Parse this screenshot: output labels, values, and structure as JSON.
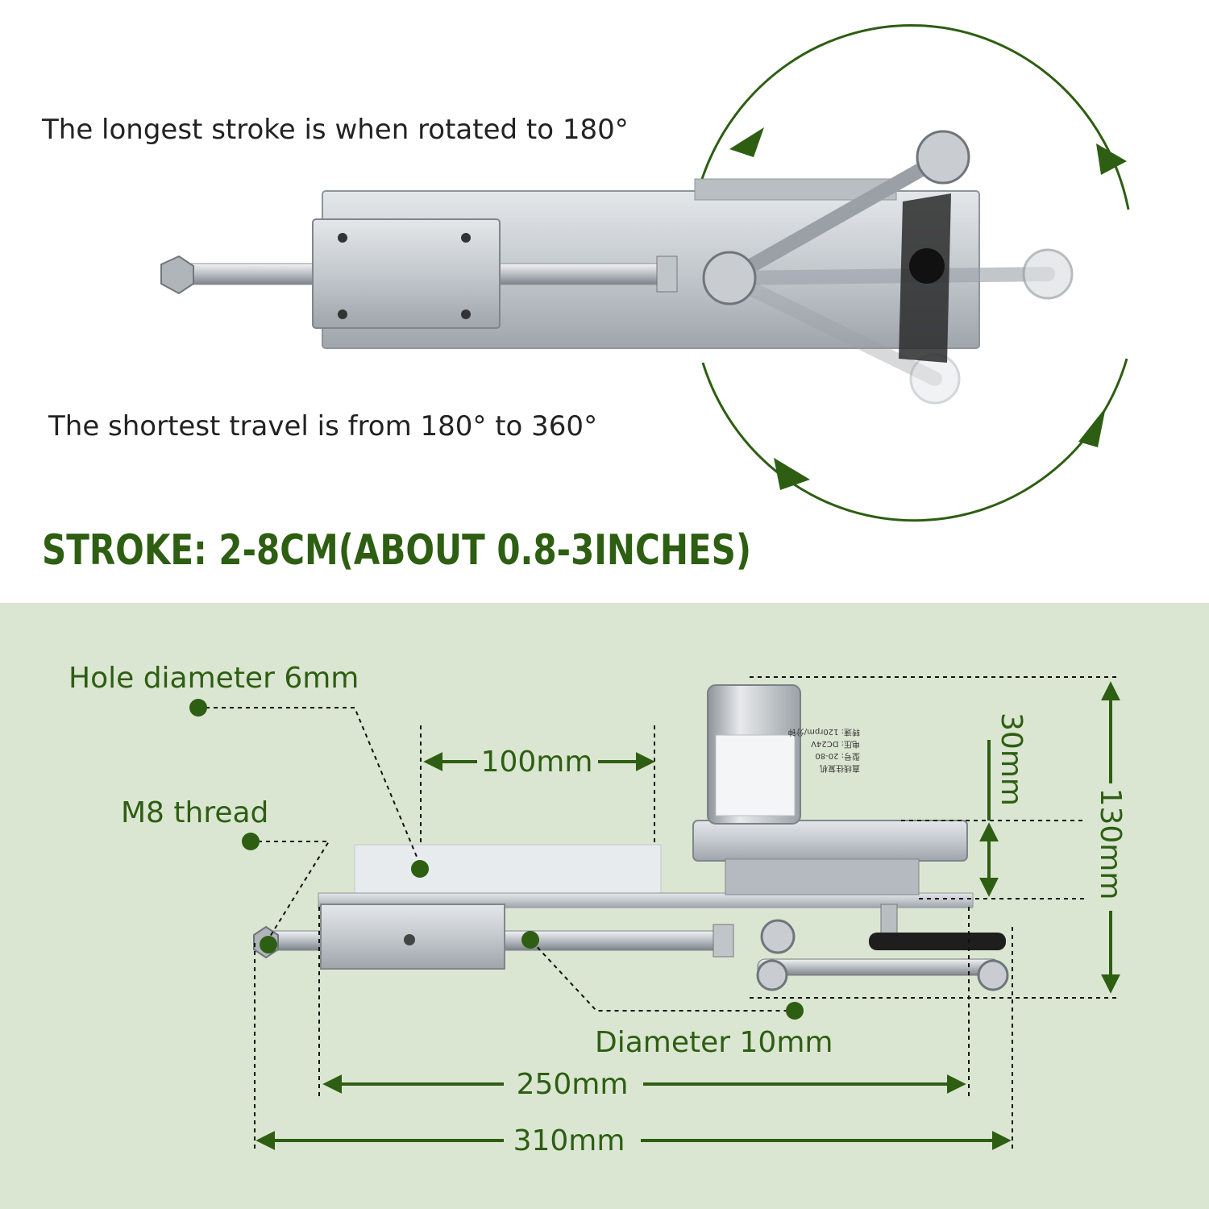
{
  "top_panel": {
    "longest_stroke_note": "The longest stroke is when rotated to 180°",
    "shortest_travel_note": "The shortest travel is from 180° to 360°",
    "stroke_headline": "STROKE: 2-8CM(ABOUT 0.8-3INCHES)"
  },
  "bottom_panel": {
    "hole_diameter_label": "Hole diameter 6mm",
    "thread_label": "M8 thread",
    "rod_diameter_label": "Diameter 10mm",
    "dim_hole_spacing": "100mm",
    "dim_base_length": "250mm",
    "dim_total_length": "310mm",
    "dim_gear_height": "30mm",
    "dim_total_height": "130mm"
  },
  "motor_label_text": [
    "直线往复机",
    "型号: 20-80",
    "电压: DC24V",
    "转速: 120rpm/分钟"
  ],
  "colors": {
    "accent_green": "#2d5e12",
    "panel_bg": "#dbe6d2",
    "text_dark": "#222222",
    "metal": "#c9cdd1",
    "metal_dark": "#9aa0a6"
  }
}
